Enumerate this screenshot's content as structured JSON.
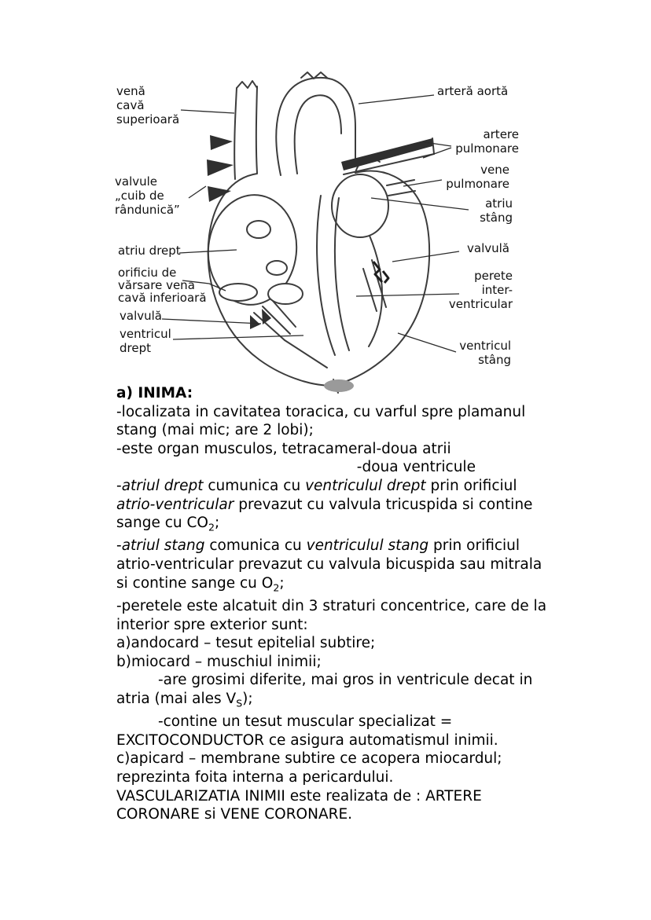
{
  "page": {
    "background": "#ffffff",
    "text_color": "#000000"
  },
  "diagram": {
    "labels": {
      "vena_cava_superioara": "venă\ncavă\nsuperioară",
      "valvule_cuib": "valvule\n„cuib de\nrândunică”",
      "atriu_drept": "atriu drept",
      "orificiu": "orificiu de\nvărsare vena\ncavă inferioară",
      "valvula_stanga": "valvulă",
      "ventricul_drept": "ventricul\ndrept",
      "artera_aorta": "arteră aortă",
      "artere_pulmonare": "artere\npulmonare",
      "vene_pulmonare": "vene\npulmonare",
      "atriu_stang": "atriu\nstâng",
      "valvula_dreapta": "valvulă",
      "perete_interventricular": "perete\ninter-\nventricular",
      "ventricul_stang": "ventricul\nstâng"
    }
  },
  "body": {
    "lines": [
      [
        {
          "t": "a) INIMA:",
          "s": "b"
        }
      ],
      [
        {
          "t": "-localizata in cavitatea toracica, cu varful spre plamanul",
          "s": ""
        }
      ],
      [
        {
          "t": "stang (mai mic; are 2 lobi);",
          "s": ""
        }
      ],
      [
        {
          "t": "-este organ musculos, tetracameral-doua atrii",
          "s": ""
        }
      ],
      [
        {
          "t": "                                                    -doua ventricule",
          "s": ""
        }
      ],
      [
        {
          "t": "-",
          "s": ""
        },
        {
          "t": "atriul drept",
          "s": "i"
        },
        {
          "t": " cumunica cu ",
          "s": ""
        },
        {
          "t": "ventriculul drept",
          "s": "i"
        },
        {
          "t": " prin orificiul",
          "s": ""
        }
      ],
      [
        {
          "t": "atrio-ventricular",
          "s": "i"
        },
        {
          "t": " prevazut cu valvula tricuspida si contine",
          "s": ""
        }
      ],
      [
        {
          "t": "sange cu CO",
          "s": ""
        },
        {
          "t": "2",
          "s": "sub"
        },
        {
          "t": ";",
          "s": ""
        }
      ],
      [
        {
          "t": "-",
          "s": ""
        },
        {
          "t": "atriul stang",
          "s": "i"
        },
        {
          "t": " comunica cu ",
          "s": ""
        },
        {
          "t": "ventriculul stang",
          "s": "i"
        },
        {
          "t": " prin orificiul",
          "s": ""
        }
      ],
      [
        {
          "t": "atrio-ventricular prevazut cu valvula bicuspida sau mitrala",
          "s": ""
        }
      ],
      [
        {
          "t": "si contine sange cu O",
          "s": ""
        },
        {
          "t": "2",
          "s": "sub"
        },
        {
          "t": ";",
          "s": ""
        }
      ],
      [
        {
          "t": "-peretele este alcatuit din 3 straturi concentrice, care de la",
          "s": ""
        }
      ],
      [
        {
          "t": "interior spre exterior sunt:",
          "s": ""
        }
      ],
      [
        {
          "t": "a)andocard – tesut epitelial subtire;",
          "s": ""
        }
      ],
      [
        {
          "t": "b)miocard – muschiul inimii;",
          "s": ""
        }
      ],
      [
        {
          "t": "         -are grosimi diferite, mai gros in ventricule decat in",
          "s": ""
        }
      ],
      [
        {
          "t": "atria (mai ales V",
          "s": ""
        },
        {
          "t": "S",
          "s": "sub"
        },
        {
          "t": ");",
          "s": ""
        }
      ],
      [
        {
          "t": "         -contine un tesut muscular specializat =",
          "s": ""
        }
      ],
      [
        {
          "t": "EXCITOCONDUCTOR ce asigura automatismul inimii.",
          "s": ""
        }
      ],
      [
        {
          "t": "c)apicard – membrane subtire ce acopera miocardul;",
          "s": ""
        }
      ],
      [
        {
          "t": "reprezinta foita interna a pericardului.",
          "s": ""
        }
      ],
      [
        {
          "t": "VASCULARIZATIA INIMII este realizata de : ARTERE",
          "s": ""
        }
      ],
      [
        {
          "t": "CORONARE si VENE CORONARE.",
          "s": ""
        }
      ]
    ]
  }
}
